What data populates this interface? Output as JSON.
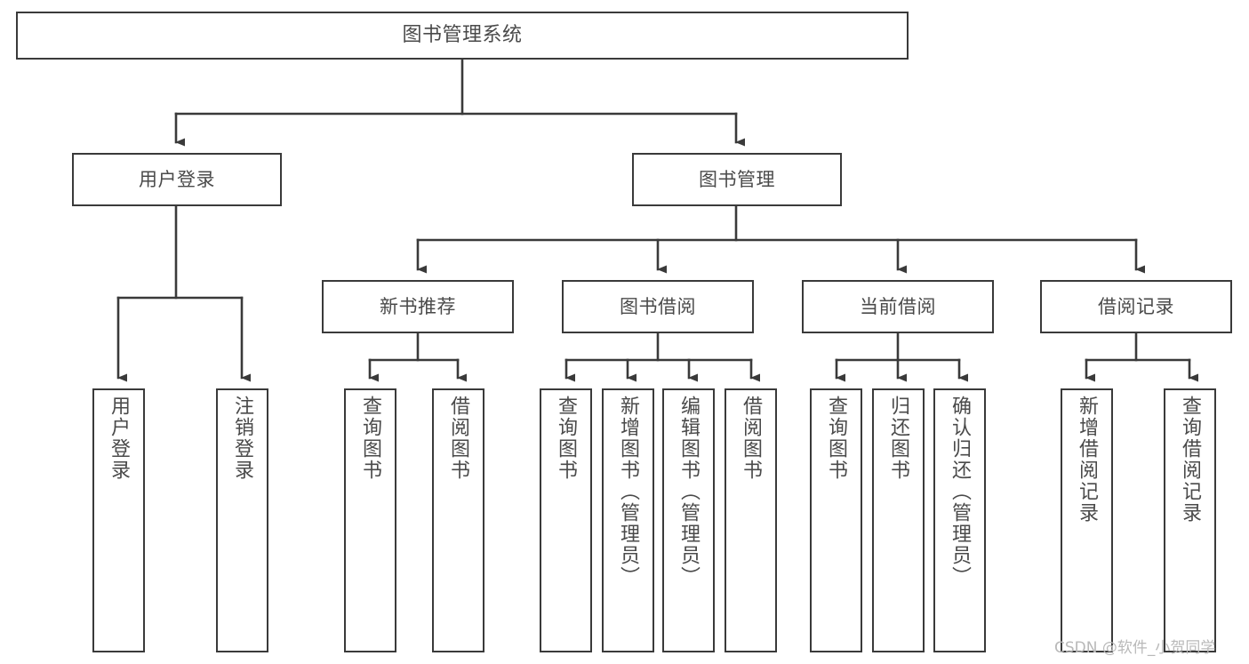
{
  "diagram": {
    "title": "图书管理系统",
    "type": "tree",
    "orientation": "top-down",
    "line_color": "#3a3a3a",
    "text_color": "#4a4a4a",
    "background_color": "#ffffff",
    "nodes": {
      "root": {
        "label": "图书管理系统"
      },
      "level2": [
        {
          "label": "用户登录"
        },
        {
          "label": "图书管理"
        }
      ],
      "level3": [
        {
          "label": "新书推荐"
        },
        {
          "label": "图书借阅"
        },
        {
          "label": "当前借阅"
        },
        {
          "label": "借阅记录"
        }
      ],
      "leaves": [
        {
          "label": "用户登录"
        },
        {
          "label": "注销登录"
        },
        {
          "label": "查询图书"
        },
        {
          "label": "借阅图书"
        },
        {
          "label": "查询图书"
        },
        {
          "label": "新增图书（管理员）"
        },
        {
          "label": "编辑图书（管理员）"
        },
        {
          "label": "借阅图书"
        },
        {
          "label": "查询图书"
        },
        {
          "label": "归还图书"
        },
        {
          "label": "确认归还（管理员）"
        },
        {
          "label": "新增借阅记录"
        },
        {
          "label": "查询借阅记录"
        }
      ]
    }
  },
  "watermark": {
    "text": "CSDN @软件_小贺同学"
  }
}
